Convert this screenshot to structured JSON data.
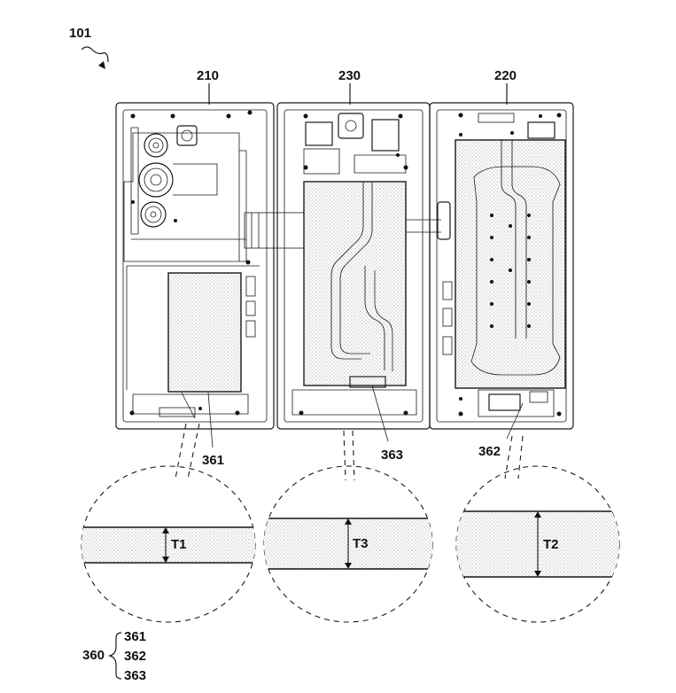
{
  "figure": {
    "ref_device": "101",
    "housings": [
      {
        "id": "210",
        "role": "left-housing"
      },
      {
        "id": "230",
        "role": "center-housing"
      },
      {
        "id": "220",
        "role": "right-housing"
      }
    ],
    "batteries": [
      {
        "id": "361"
      },
      {
        "id": "363"
      },
      {
        "id": "362"
      }
    ],
    "details": [
      {
        "thickness": "T1"
      },
      {
        "thickness": "T3"
      },
      {
        "thickness": "T2"
      }
    ],
    "group": {
      "id": "360",
      "members": [
        "361",
        "362",
        "363"
      ]
    }
  }
}
